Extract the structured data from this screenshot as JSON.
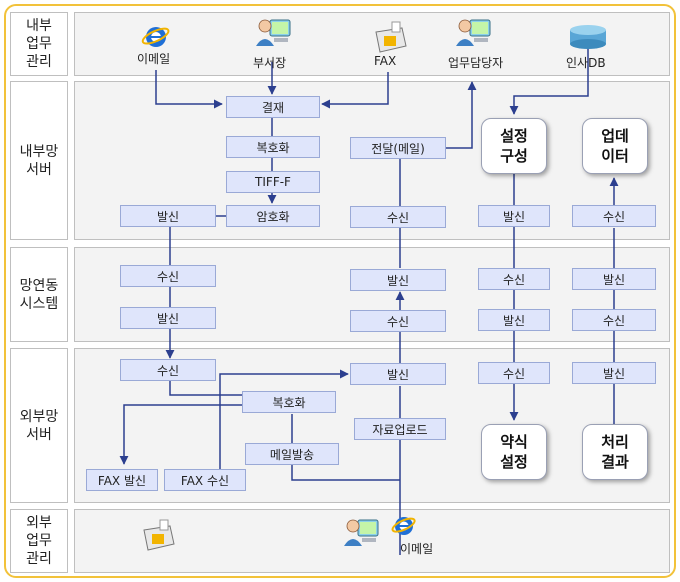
{
  "lanes": {
    "internal_work": "내부\n업무\n관리",
    "internal_server": "내부망\n서버",
    "link_system": "망연동\n시스템",
    "external_server": "외부망\n서버",
    "external_work": "외부\n업무\n관리"
  },
  "actors": {
    "email": "이메일",
    "department_head": "부서장",
    "fax": "FAX",
    "staff": "업무담당자",
    "hr_db": "인사DB",
    "external_email": "이메일"
  },
  "internal_server": {
    "approval": "결재",
    "decrypt": "복호화",
    "tiff": "TIFF-F",
    "encrypt": "암호화",
    "send": "발신",
    "forward_mail": "전달(메일)",
    "receive": "수신",
    "config": "설정\n구성",
    "config_send": "발신",
    "update": "업데\n이터",
    "update_receive": "수신"
  },
  "link_system": {
    "col1_receive": "수신",
    "col1_send": "발신",
    "col2_send": "발신",
    "col2_receive": "수신",
    "col3_receive": "수신",
    "col3_send": "발신",
    "col4_send": "발신",
    "col4_receive": "수신"
  },
  "external_server": {
    "receive": "수신",
    "decrypt": "복호화",
    "mail_send": "메일발송",
    "fax_send": "FAX 발신",
    "fax_receive": "FAX 수신",
    "send": "발신",
    "upload": "자료업로드",
    "config_receive": "수신",
    "brief_config": "약식\n설정",
    "result_send": "발신",
    "process_result": "처리\n결과"
  }
}
